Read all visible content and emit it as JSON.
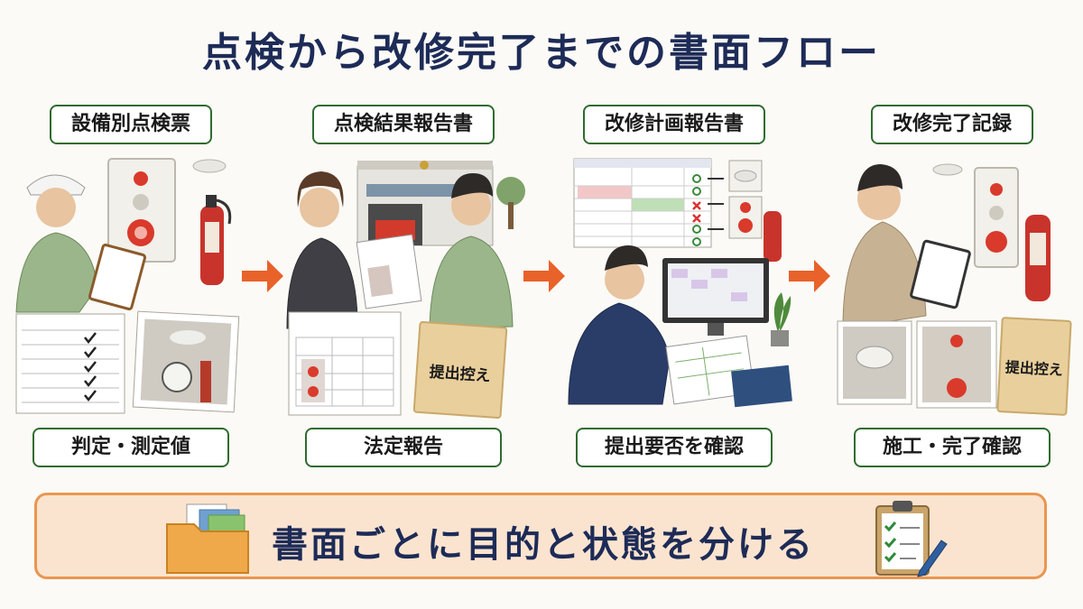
{
  "title": "点検から改修完了までの書面フロー",
  "steps": [
    {
      "top_label": "設備別点検票",
      "bottom_label": "判定・測定値"
    },
    {
      "top_label": "点検結果報告書",
      "bottom_label": "法定報告",
      "envelope_text": "提出控え"
    },
    {
      "top_label": "改修計画報告書",
      "bottom_label": "提出要否を確認"
    },
    {
      "top_label": "改修完了記録",
      "bottom_label": "施工・完了確認",
      "envelope_text": "提出控え"
    }
  ],
  "footer": {
    "text": "書面ごとに目的と状態を分ける"
  },
  "colors": {
    "title": "#1d2b57",
    "arrow": "#e8622a",
    "label_border": "#2f6b2f",
    "footer_bg": "#fbe4cf",
    "footer_border": "#e9964f"
  }
}
